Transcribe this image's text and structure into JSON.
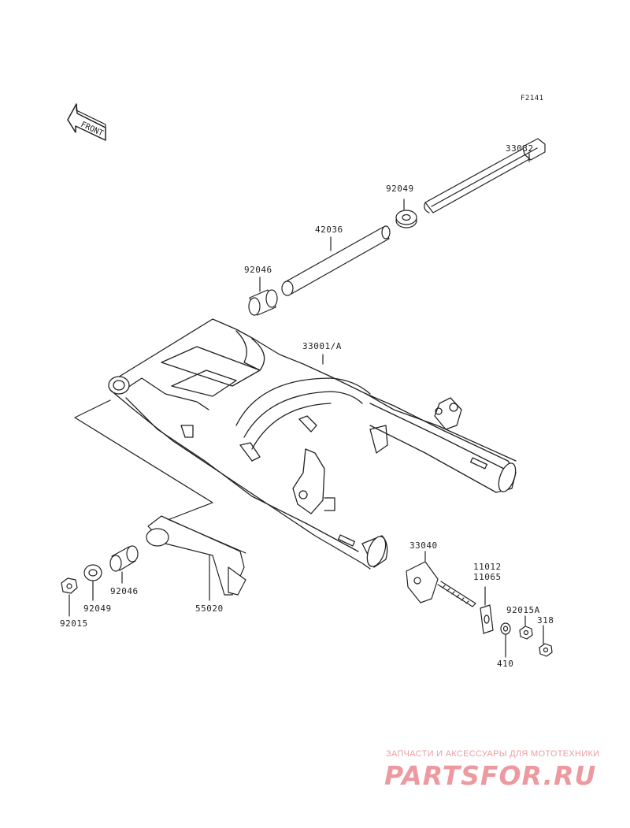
{
  "figure_code": "F2141",
  "front_arrow_text": "FRONT",
  "parts": {
    "pivot_shaft": "33032",
    "washer_upper": "92049",
    "sleeve": "42036",
    "bearing_upper": "92046",
    "swingarm": "33001/A",
    "chain_adjuster": "33040",
    "bolt_group_a": "11012",
    "bolt_group_b": "11065",
    "nut_b": "92015A",
    "part_318": "318",
    "part_410": "410",
    "bearing_lower": "92046",
    "washer_lower": "92049",
    "nut_lower": "92015",
    "chain_guide": "55020"
  },
  "watermark": {
    "caption": "ЗАПЧАСТИ И АКСЕССУАРЫ ДЛЯ МОТОТЕХНИКИ",
    "brand": "PARTSFOR.RU"
  },
  "colors": {
    "line": "#222222",
    "watermark": "#ec9aa0"
  }
}
